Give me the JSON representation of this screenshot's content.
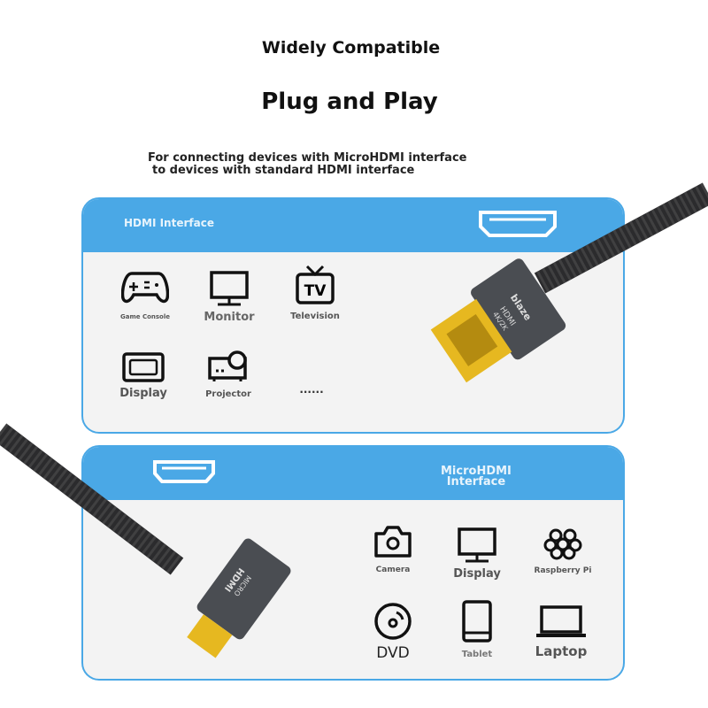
{
  "title": "Widely Compatible",
  "subtitle": "Plug and Play",
  "description": [
    "For connecting devices with MicroHDMI interface",
    "to devices with standard HDMI interface"
  ],
  "hdmi_card": {
    "header": "HDMI Interface",
    "items": [
      {
        "label": "Game Console",
        "icon": "gamepad-icon"
      },
      {
        "label": "Monitor",
        "icon": "monitor-icon"
      },
      {
        "label": "Television",
        "icon": "tv-icon"
      },
      {
        "label": "Display",
        "icon": "display-icon"
      },
      {
        "label": "Projector",
        "icon": "projector-icon"
      },
      {
        "label": "......"
      }
    ]
  },
  "micro_card": {
    "header_line1": "MicroHDMI",
    "header_line2": "Interface",
    "items": [
      {
        "label": "Camera",
        "icon": "camera-icon"
      },
      {
        "label": "Display",
        "icon": "monitor-icon"
      },
      {
        "label": "Raspberry Pi",
        "icon": "raspberry-icon"
      },
      {
        "label": "DVD",
        "icon": "disc-icon"
      },
      {
        "label": "Tablet",
        "icon": "tablet-icon"
      },
      {
        "label": "Laptop",
        "icon": "laptop-icon"
      }
    ]
  },
  "cable": {
    "brand": "blaze",
    "hdmi_text": "HDMI",
    "res_text": "4K/2K",
    "micro_text1": "MICRO",
    "micro_text2": "HDMI"
  },
  "colors": {
    "accent": "#4aa8e6",
    "gold": "#f0c020",
    "body": "#4a4d52"
  }
}
